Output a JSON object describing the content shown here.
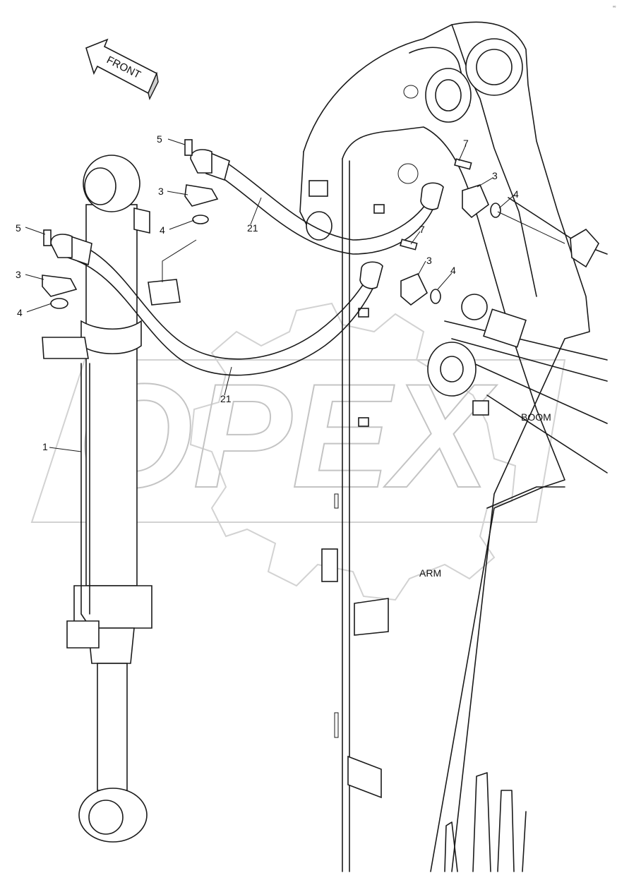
{
  "direction_label": "FRONT",
  "area_labels": {
    "boom": "BOOM",
    "arm": "ARM"
  },
  "watermark": "OPEX",
  "corner_mark": "ⁿᵉ",
  "callouts": {
    "cyl_1": "1",
    "bolt_5_top": "5",
    "bolt_5_left": "5",
    "flange_3_top": "3",
    "flange_3_left": "3",
    "flange_3_r1": "3",
    "flange_3_r2": "3",
    "oring_4_top": "4",
    "oring_4_left": "4",
    "oring_4_r1": "4",
    "oring_4_r2": "4",
    "bolt_7_r1": "7",
    "bolt_7_r2": "7",
    "hose_21_top": "21",
    "hose_21_bottom": "21"
  }
}
